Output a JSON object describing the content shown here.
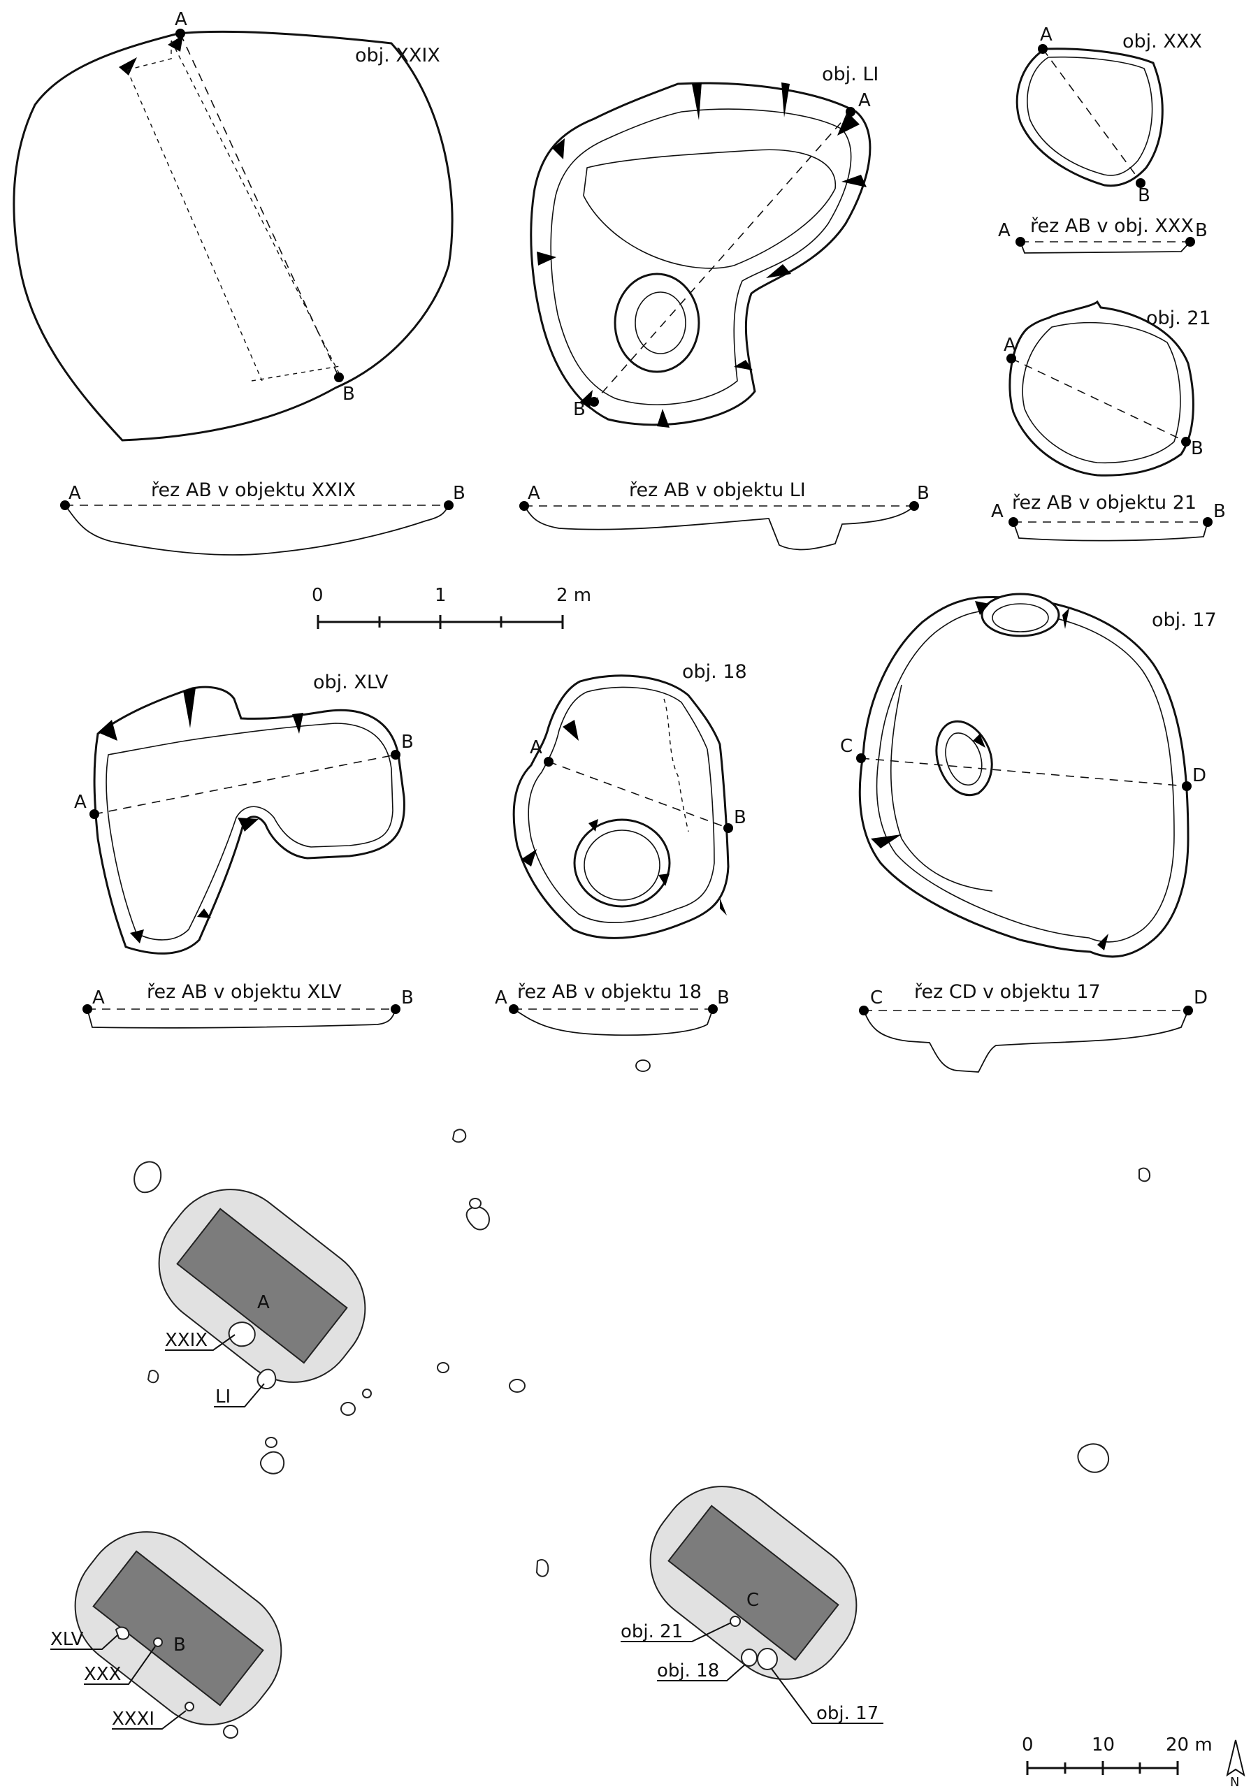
{
  "objects": {
    "xxix": {
      "title": "obj. XXIX",
      "pt_a": "A",
      "pt_b": "B"
    },
    "li": {
      "title": "obj. LI",
      "pt_a": "A",
      "pt_b": "B"
    },
    "xxx": {
      "title": "obj. XXX",
      "pt_a": "A",
      "pt_b": "B"
    },
    "o21": {
      "title": "obj. 21",
      "pt_a": "A",
      "pt_b": "B"
    },
    "xlv": {
      "title": "obj. XLV",
      "pt_a": "A",
      "pt_b": "B"
    },
    "o18": {
      "title": "obj. 18",
      "pt_a": "A",
      "pt_b": "B"
    },
    "o17": {
      "title": "obj. 17",
      "pt_c": "C",
      "pt_d": "D"
    }
  },
  "sections": {
    "xxix": {
      "title": "řez AB v objektu XXIX",
      "left": "A",
      "right": "B"
    },
    "li": {
      "title": "řez AB v objektu LI",
      "left": "A",
      "right": "B"
    },
    "xxx": {
      "title": "řez AB v obj. XXX",
      "left": "A",
      "right": "B"
    },
    "o21": {
      "title": "řez AB v objektu 21",
      "left": "A",
      "right": "B"
    },
    "xlv": {
      "title": "řez AB v objektu XLV",
      "left": "A",
      "right": "B"
    },
    "o18": {
      "title": "řez AB v objektu 18",
      "left": "A",
      "right": "B"
    },
    "o17": {
      "title": "řez CD v objektu 17",
      "left": "C",
      "right": "D"
    }
  },
  "scale_detail": {
    "t0": "0",
    "t1": "1",
    "t2": "2 m"
  },
  "site_plan": {
    "houses": {
      "a": "A",
      "b": "B",
      "c": "C"
    },
    "labels": {
      "xxix": "XXIX",
      "li": "LI",
      "xlv": "XLV",
      "xxx": "XXX",
      "xxxi": "XXXI",
      "o21": "obj. 21",
      "o18": "obj. 18",
      "o17": "obj. 17"
    },
    "scale": {
      "t0": "0",
      "t1": "10",
      "t2": "20 m"
    },
    "north": "N"
  }
}
